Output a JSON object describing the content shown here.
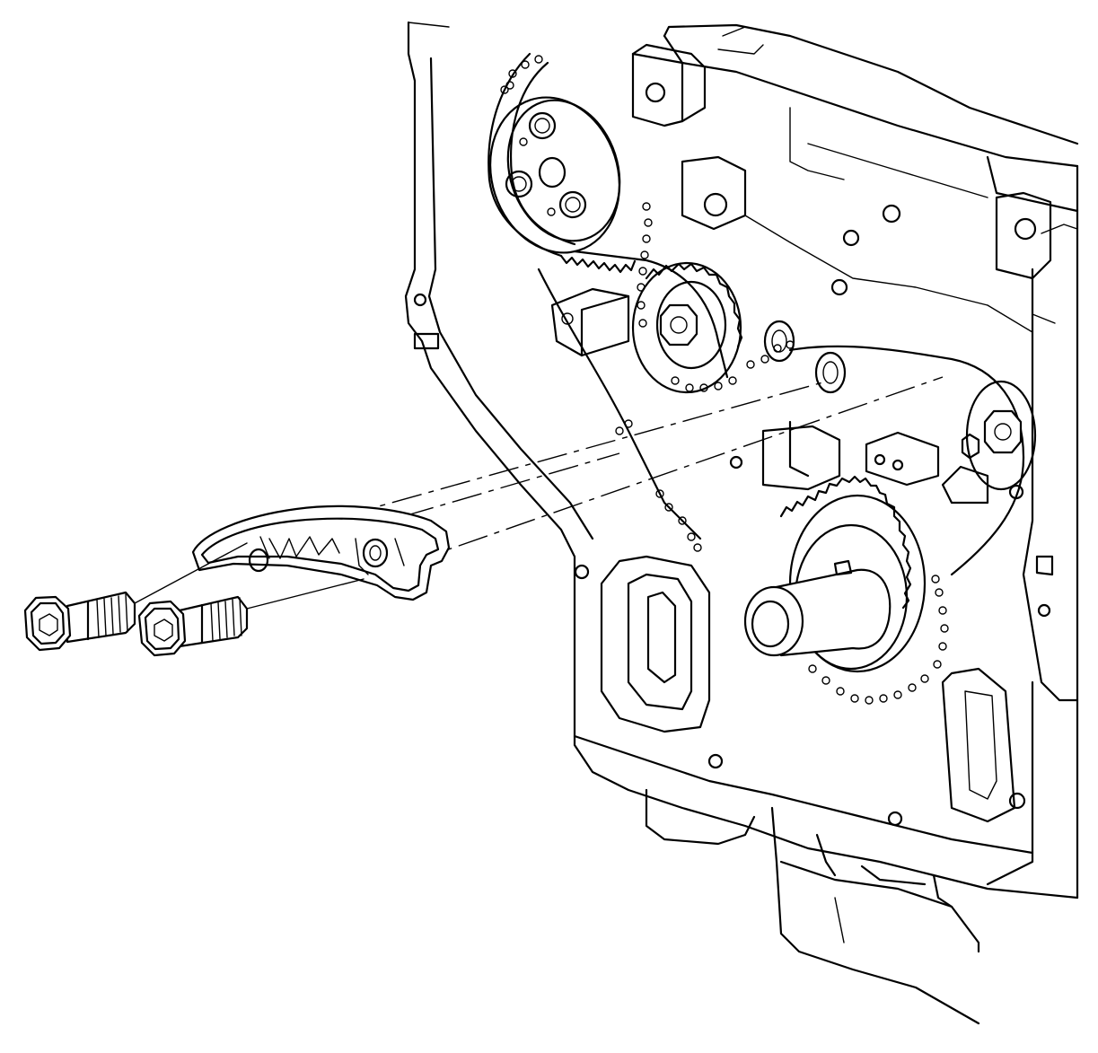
{
  "figure": {
    "kind": "line-art service illustration",
    "parts": [
      "engine-block-front",
      "camshaft-sprocket",
      "intermediate-sprocket",
      "crankshaft-sprocket",
      "timing-chain",
      "timing-chain-guide",
      "guide-bolt-upper",
      "guide-bolt-lower",
      "installation-centerlines"
    ]
  },
  "colors": {
    "line": "#000000",
    "background": "#ffffff"
  }
}
